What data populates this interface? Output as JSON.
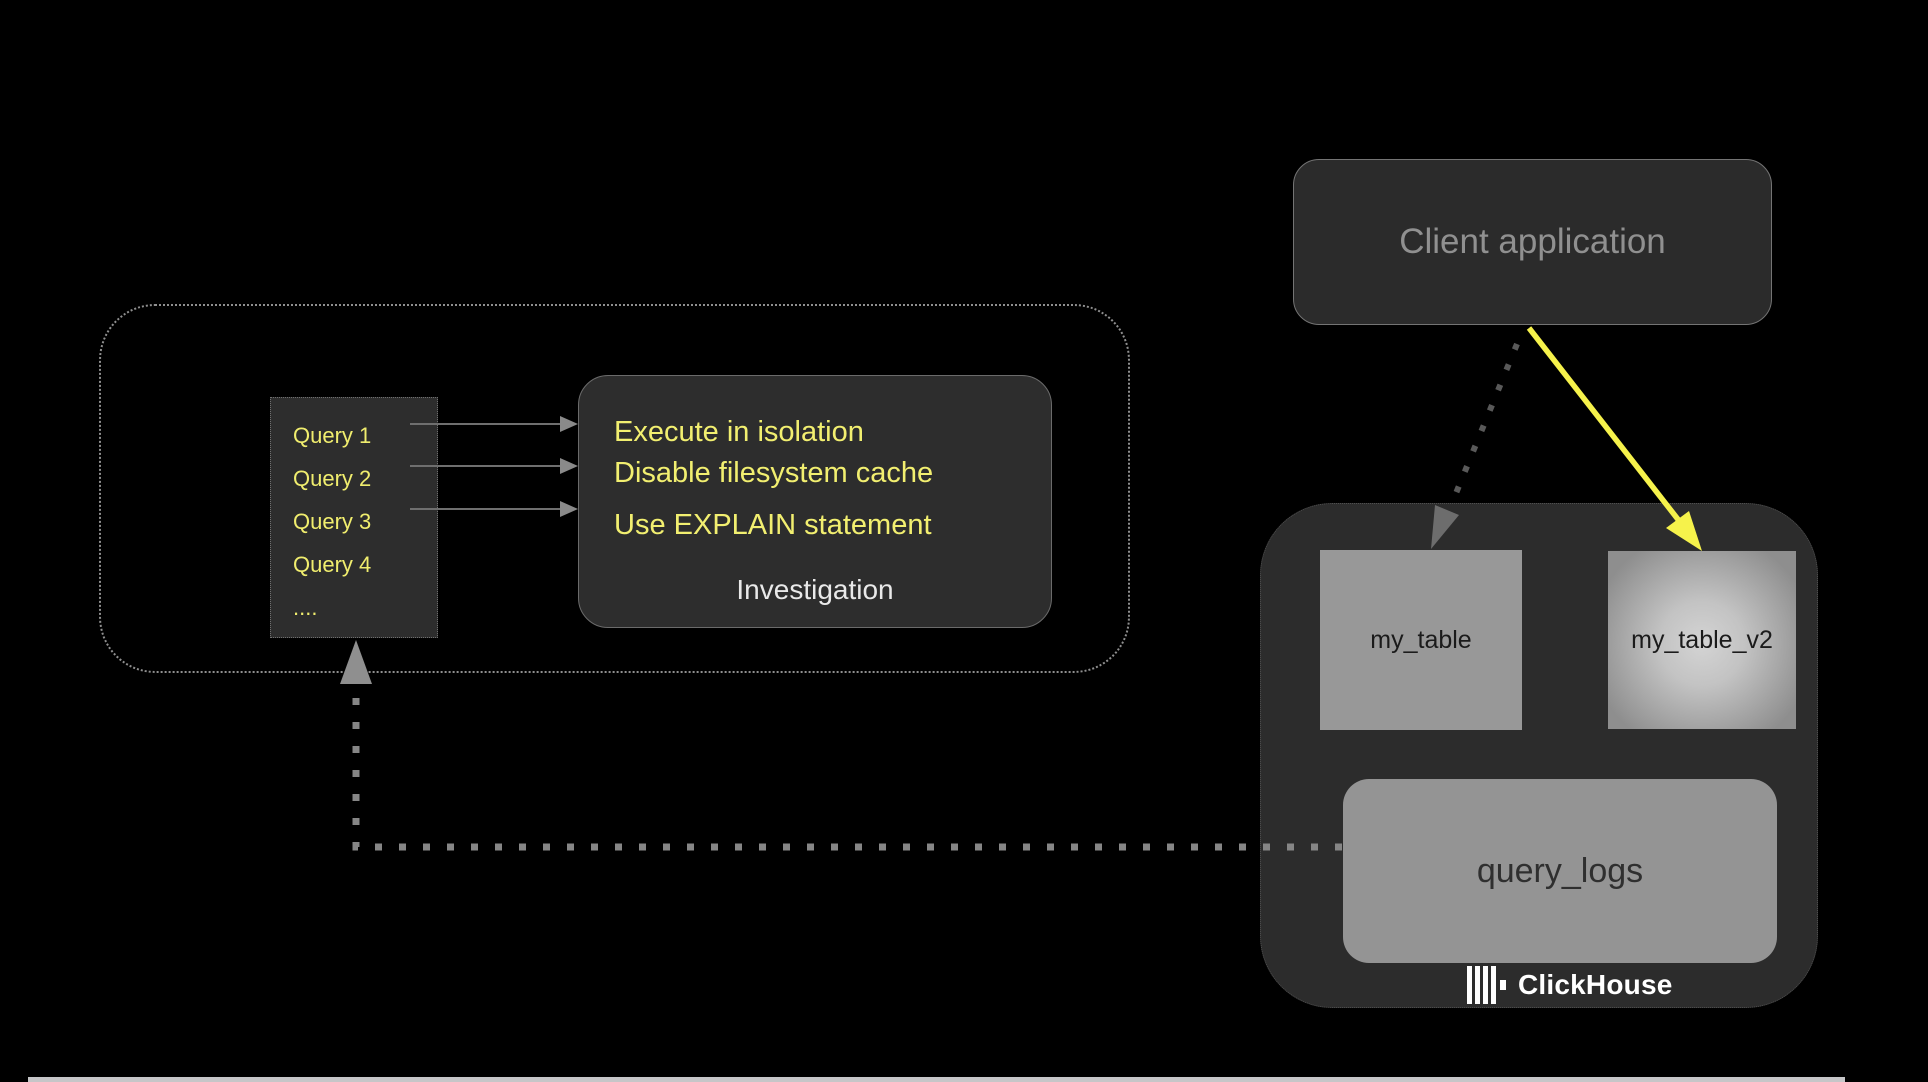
{
  "page": {
    "background": "#000000"
  },
  "investigation_group": {
    "queries": [
      "Query 1",
      "Query 2",
      "Query 3",
      "Query 4",
      "...."
    ],
    "tips": [
      "Execute in isolation",
      "Disable filesystem cache",
      "Use EXPLAIN statement"
    ],
    "title": "Investigation"
  },
  "client": {
    "label": "Client application"
  },
  "clickhouse": {
    "table": "my_table",
    "table_v2": "my_table_v2",
    "query_logs": "query_logs",
    "brand": "ClickHouse",
    "logo_icon": "clickhouse-bars-icon"
  },
  "colors": {
    "box_fill": "#2d2d2d",
    "yellow_text": "#f2ef70",
    "yellow_arrow": "#f6f24b",
    "gray_arrow": "#6f6f6f",
    "table_fill": "#989898",
    "logs_fill": "#949494",
    "muted_text": "#909090",
    "white_text": "#e9e9e9",
    "outline_dotted": "#8f8f8f"
  }
}
